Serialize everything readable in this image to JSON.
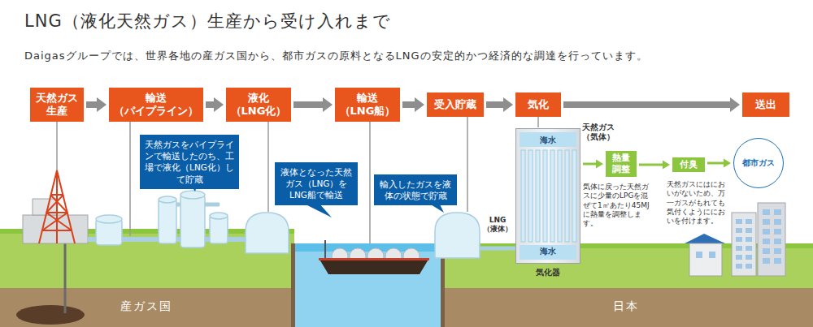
{
  "diagram": {
    "title": "LNG（液化天然ガス）生産から受け入れまで",
    "caption": "Daigasグループでは、世界各地の産ガス国から、都市ガスの原料となるLNGの安定的かつ経済的な調達を行っています。",
    "nodes": [
      {
        "text": [
          "天然ガス 生産"
        ]
      },
      {
        "text": [
          "輸送 （パイプライン）"
        ]
      },
      {
        "text": [
          "液化 （LNG化）"
        ]
      },
      {
        "text": [
          "輸送 （LNG船）"
        ]
      },
      {
        "text": [
          "受入貯蔵"
        ]
      },
      {
        "text": [
          "気化"
        ]
      },
      {
        "text": [
          "送出"
        ]
      },
      {
        "text": [
          "天然ガスをパイプラインで輸送したのち、工場で液化（LNG化）して貯蔵"
        ]
      },
      {
        "text": [
          "液体となった天然ガス（LNG）をLNG船で輸送"
        ]
      },
      {
        "text": [
          "輸入したガスを液体の状態で貯蔵"
        ]
      },
      {
        "text": [
          "海水",
          "海水"
        ]
      },
      {
        "text": [
          "熱量 調整"
        ]
      },
      {
        "text": [
          "付臭"
        ]
      },
      {
        "text": [
          "都市ガス"
        ]
      }
    ],
    "edges": [
      {
        "from": 0,
        "to": 1,
        "arrow": "to"
      },
      {
        "from": 1,
        "to": 2,
        "arrow": "to"
      },
      {
        "from": 2,
        "to": 3,
        "arrow": "to"
      },
      {
        "from": 3,
        "to": 4,
        "arrow": "to"
      },
      {
        "from": 4,
        "to": 5,
        "arrow": "to"
      },
      {
        "from": 5,
        "to": 6,
        "arrow": "to"
      },
      {
        "from": 10,
        "to": 11,
        "arrow": "to"
      },
      {
        "from": 11,
        "to": 12,
        "arrow": "to"
      },
      {
        "from": 12,
        "to": 13,
        "arrow": "to"
      }
    ],
    "labels": [
      "LNG （液体）",
      "気化器",
      "天然ガス （気体）",
      "気体に戻った天然ガスに少量のLPGを混ぜて1㎥あたり45MJに熱量を調整します。",
      "天然ガスにはにおいがないため、万一ガスがもれても気付くようににおいを付けます。",
      "産ガス国",
      "日本"
    ]
  }
}
